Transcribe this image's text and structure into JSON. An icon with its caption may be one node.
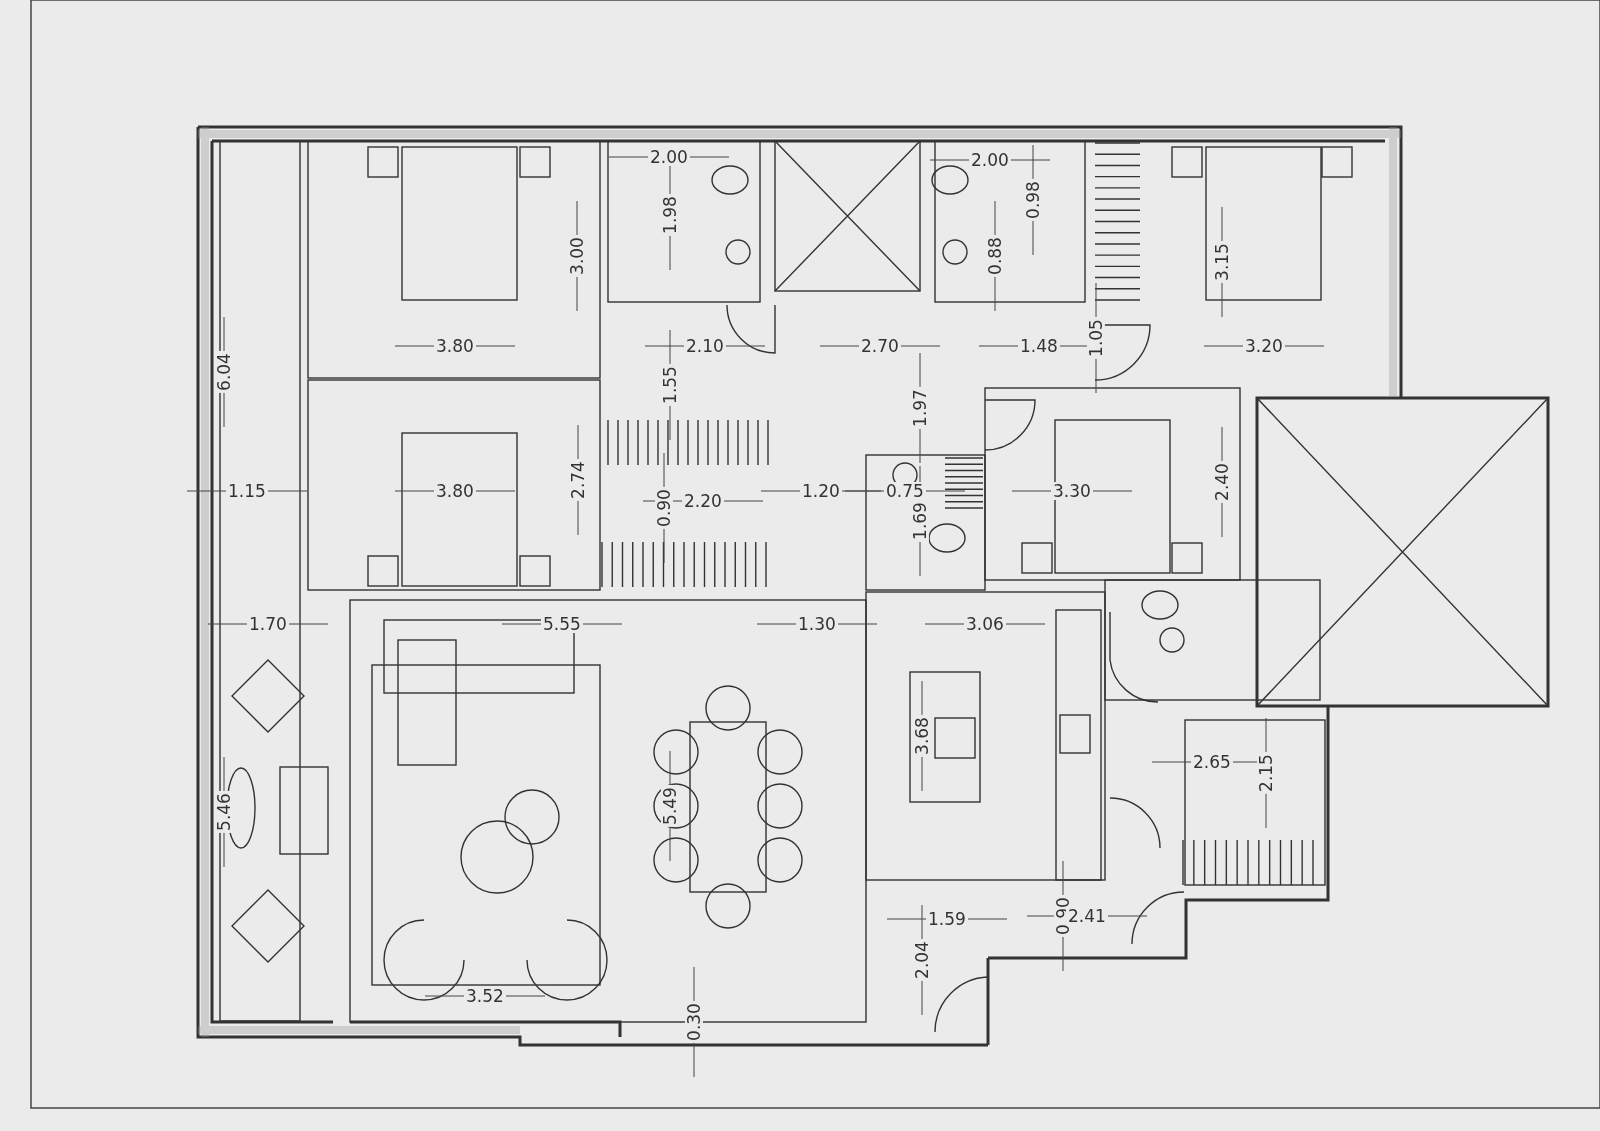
{
  "diagram": {
    "labels": [
      "2.00",
      "2.00",
      "0.98",
      "1.98",
      "3.00",
      "0.88",
      "3.15",
      "6.04",
      "3.80",
      "2.10",
      "1.55",
      "2.70",
      "1.97",
      "1.48",
      "1.05",
      "3.20",
      "2.40",
      "1.15",
      "3.80",
      "2.74",
      "0.90",
      "2.20",
      "1.20",
      "0.75",
      "1.69",
      "3.30",
      "1.70",
      "5.55",
      "1.30",
      "3.06",
      "3.68",
      "2.65",
      "5.46",
      "5.49",
      "2.15",
      "1.59",
      "0.90",
      "2.41",
      "2.04",
      "3.52",
      "0.30"
    ]
  }
}
